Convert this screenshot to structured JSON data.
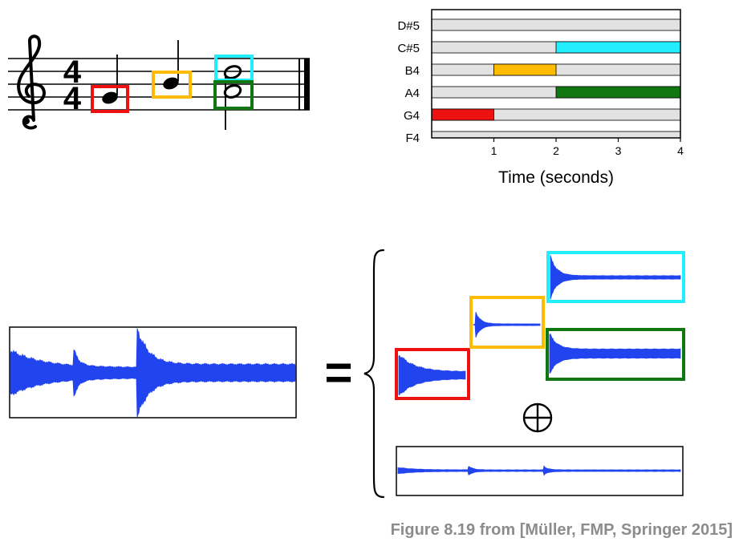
{
  "colors": {
    "red": "#ee1111",
    "orange": "#ffbb00",
    "cyan": "#22eeff",
    "green": "#117711",
    "waveform": "#2244ee",
    "roll_row_shaded": "#e2e2e2",
    "caption": "#8c8c8c"
  },
  "score": {
    "time_signature_top": "4",
    "time_signature_bottom": "4",
    "clef": "treble-clef-icon"
  },
  "piano_roll": {
    "pitch_labels": [
      "D#5",
      "C#5",
      "B4",
      "A4",
      "G4",
      "F4"
    ],
    "xlabel": "Time (seconds)",
    "xticks": [
      "1",
      "2",
      "3",
      "4"
    ],
    "xlim": [
      0,
      4
    ],
    "notes": [
      {
        "pitch": "G4",
        "start": 0,
        "end": 1,
        "color": "#ee1111"
      },
      {
        "pitch": "B4",
        "start": 1,
        "end": 2,
        "color": "#ffbb00"
      },
      {
        "pitch": "A4",
        "start": 2,
        "end": 4,
        "color": "#117711"
      },
      {
        "pitch": "C#5",
        "start": 2,
        "end": 4,
        "color": "#22eeff"
      }
    ]
  },
  "equation": {
    "equals_symbol": "=",
    "oplus_symbol": "⊕"
  },
  "caption": "Figure 8.19 from [Müller, FMP, Springer 2015]"
}
